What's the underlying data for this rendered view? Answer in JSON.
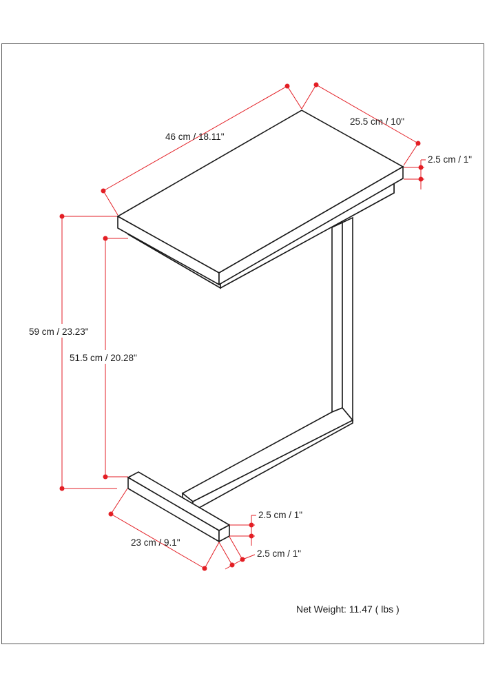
{
  "dimensions": {
    "top_length": "46 cm / 18.11\"",
    "top_depth": "25.5 cm / 10\"",
    "top_thickness": "2.5 cm / 1\"",
    "total_height": "59 cm / 23.23\"",
    "clearance_height": "51.5 cm / 20.28\"",
    "base_width": "23 cm / 9.1\"",
    "base_height": "2.5 cm / 1\"",
    "base_depth": "2.5 cm / 1\""
  },
  "net_weight": "Net Weight: 11.47 ( lbs )",
  "colors": {
    "dimension": "#e31e24",
    "outline": "#1a1a1a",
    "frame": "#555555"
  }
}
